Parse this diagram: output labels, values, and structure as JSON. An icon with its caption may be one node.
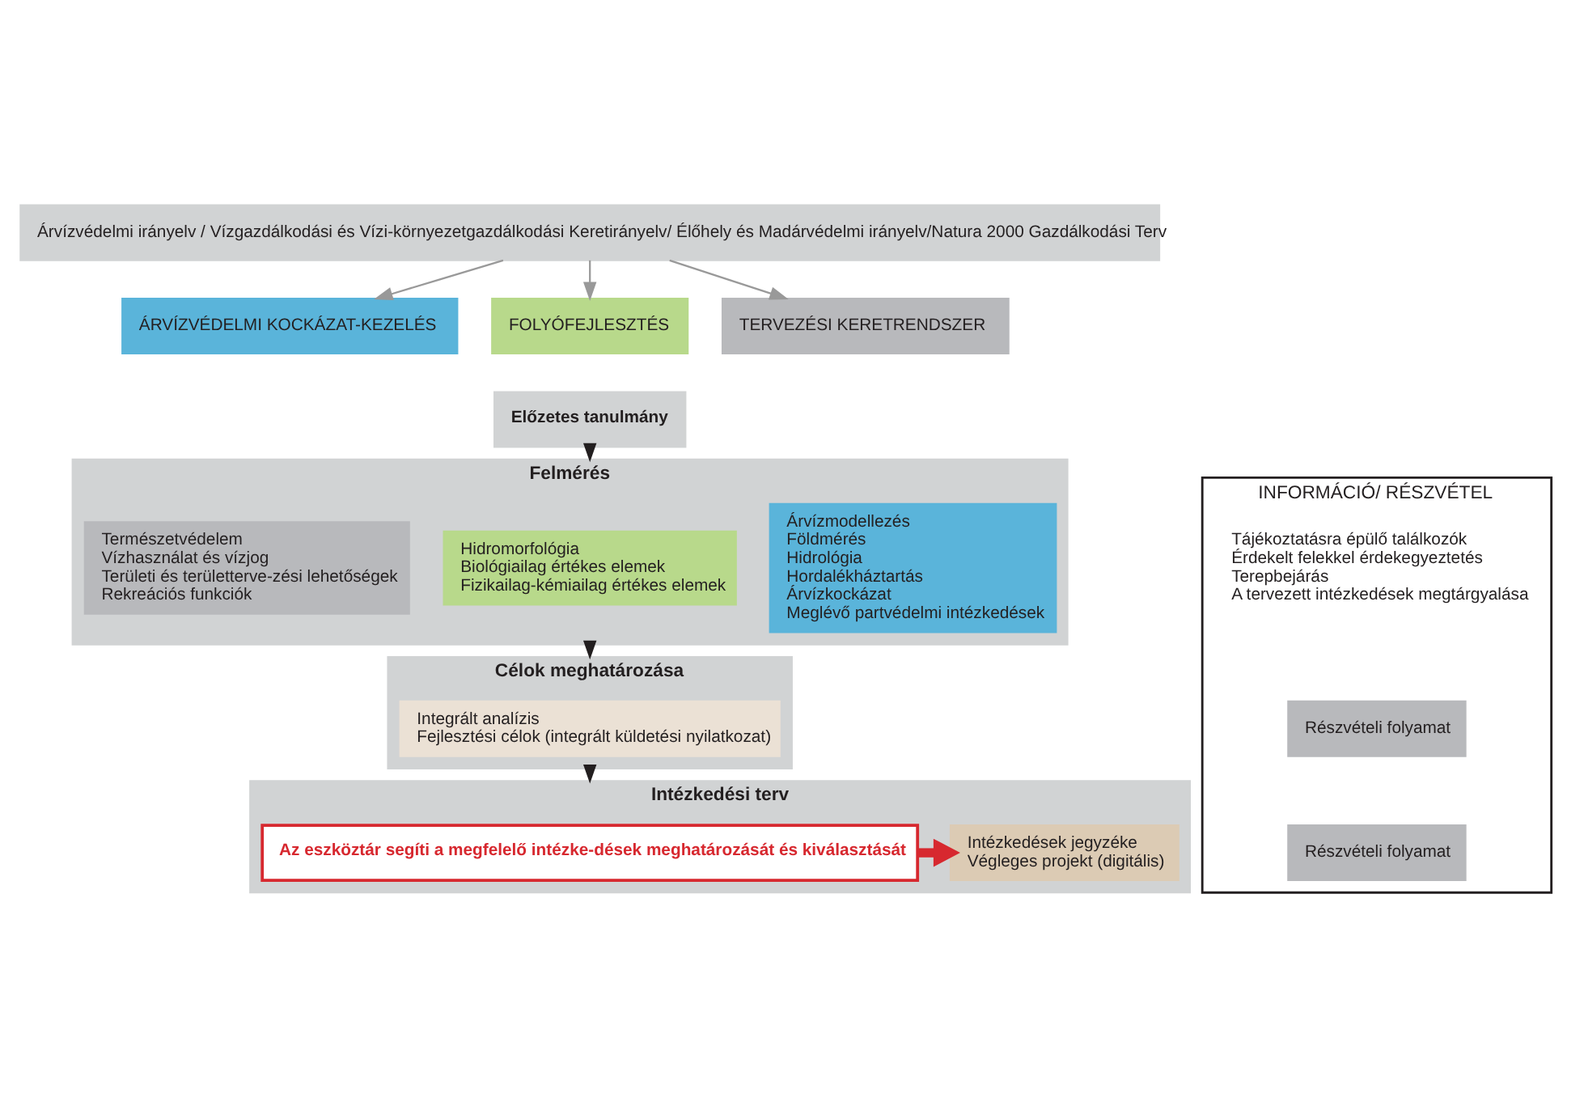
{
  "diagram": {
    "nodes": [
      {
        "text": [
          "Árvízvédelmi irányelv / Vízgazdálkodási és Vízi-környezetgazdálkodási Keretirányelv/ Élőhely és Madárvédelmi irányelv/Natura 2000 Gazdálkodási Terv"
        ]
      },
      {
        "text": [
          "ÁRVÍZVÉDELMI KOCKÁZAT-KEZELÉS"
        ]
      },
      {
        "text": [
          "FOLYÓFEJLESZTÉS"
        ]
      },
      {
        "text": [
          "TERVEZÉSI KERETRENDSZER"
        ]
      },
      {
        "text": [
          "INFORMÁCIÓ/ RÉSZVÉTEL"
        ]
      },
      {
        "text": [
          "Tájékoztatásra épülő találkozók",
          "Érdekelt felekkel érdekegyeztetés",
          "Terepbejárás",
          "A tervezett intézkedések megtárgyalása"
        ],
        "in": 4
      },
      {
        "text": [
          "Előzetes tanulmány"
        ]
      },
      {
        "text": [
          "Felmérés"
        ]
      },
      {
        "text": [
          "Árvízmodellezés",
          "Földmérés",
          "Hidrológia",
          "Hordalékháztartás",
          "Árvízkockázat",
          "Meglévő partvédelmi intézkedések"
        ],
        "in": 7
      },
      {
        "text": [
          "Hidromorfológia",
          "Biológiailag értékes elemek",
          "Fizikailag-kémiailag értékes elemek"
        ],
        "in": 7
      },
      {
        "text": [
          "Természetvédelem",
          "Vízhasználat és vízjog",
          "Területi és területterve-zési lehetőségek",
          "Rekreációs funkciók"
        ],
        "in": 7
      },
      {
        "text": [
          "Célok meghatározása"
        ]
      },
      {
        "text": [
          "Integrált analízis",
          "Fejlesztési célok (integrált küldetési nyilatkozat)"
        ],
        "in": 11
      },
      {
        "text": [
          "Részvételi folyamat"
        ],
        "in": 4
      },
      {
        "text": [
          "Intézkedési terv"
        ]
      },
      {
        "text": [
          "Intézkedések jegyzéke",
          "Végleges projekt (digitális)"
        ],
        "in": 14
      },
      {
        "text": [
          "Az eszköztár segíti a megfelelő intézke-dések meghatározását és kiválasztását"
        ],
        "in": 14
      },
      {
        "text": [
          "Részvételi folyamat"
        ],
        "in": 4
      }
    ],
    "edges": [
      {
        "from": 0,
        "to": 1,
        "arrow": "to",
        "color": "#999999"
      },
      {
        "from": 0,
        "to": 2,
        "arrow": "to",
        "color": "#999999"
      },
      {
        "from": 0,
        "to": 3,
        "arrow": "to",
        "color": "#999999"
      },
      {
        "from": 6,
        "to": 7,
        "arrow": "to",
        "color": "#231f20"
      },
      {
        "from": 7,
        "to": 11,
        "arrow": "to",
        "color": "#231f20"
      },
      {
        "from": 11,
        "to": 14,
        "arrow": "to",
        "color": "#231f20"
      },
      {
        "from": 16,
        "to": 15,
        "arrow": "to",
        "style": "thick",
        "color": "#d7282f"
      }
    ]
  }
}
